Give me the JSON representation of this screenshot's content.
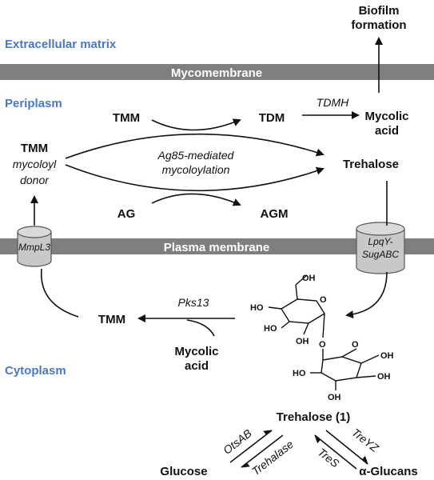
{
  "regions": {
    "extracellular": "Extracellular matrix",
    "periplasm": "Periplasm",
    "cytoplasm": "Cytoplasm"
  },
  "membranes": {
    "mycomembrane": "Mycomembrane",
    "plasma": "Plasma membrane"
  },
  "transporters": {
    "mmpl3": "MmpL3",
    "lpqy_1": "LpqY-",
    "lpqy_2": "SugABC"
  },
  "periplasm": {
    "tmm_top": "TMM",
    "tdm": "TDM",
    "tdmh": "TDMH",
    "mycolic_1": "Mycolic",
    "mycolic_2": "acid",
    "biofilm_1": "Biofilm",
    "biofilm_2": "formation",
    "donor_1": "TMM",
    "donor_2": "mycoloyl",
    "donor_3": "donor",
    "ag85_1": "Ag85-mediated",
    "ag85_2": "mycoloylation",
    "trehalose": "Trehalose",
    "ag": "AG",
    "agm": "AGM"
  },
  "cytoplasm": {
    "pks13": "Pks13",
    "tmm": "TMM",
    "mycolic_1": "Mycolic",
    "mycolic_2": "acid",
    "trehalose_label": "Trehalose (",
    "trehalose_num": "1",
    "trehalose_close": ")",
    "otsab": "OtsAB",
    "trehalase": "Trehalase",
    "treyz": "TreYZ",
    "tres": "TreS",
    "glucose": "Glucose",
    "glucans": "α-Glucans"
  },
  "chem_labels": {
    "oh": "OH",
    "ho": "HO",
    "o": "O"
  },
  "colors": {
    "membrane": "#7f7f7f",
    "region_text": "#4a78c2",
    "transporter_fill": "#c8c8c8"
  }
}
